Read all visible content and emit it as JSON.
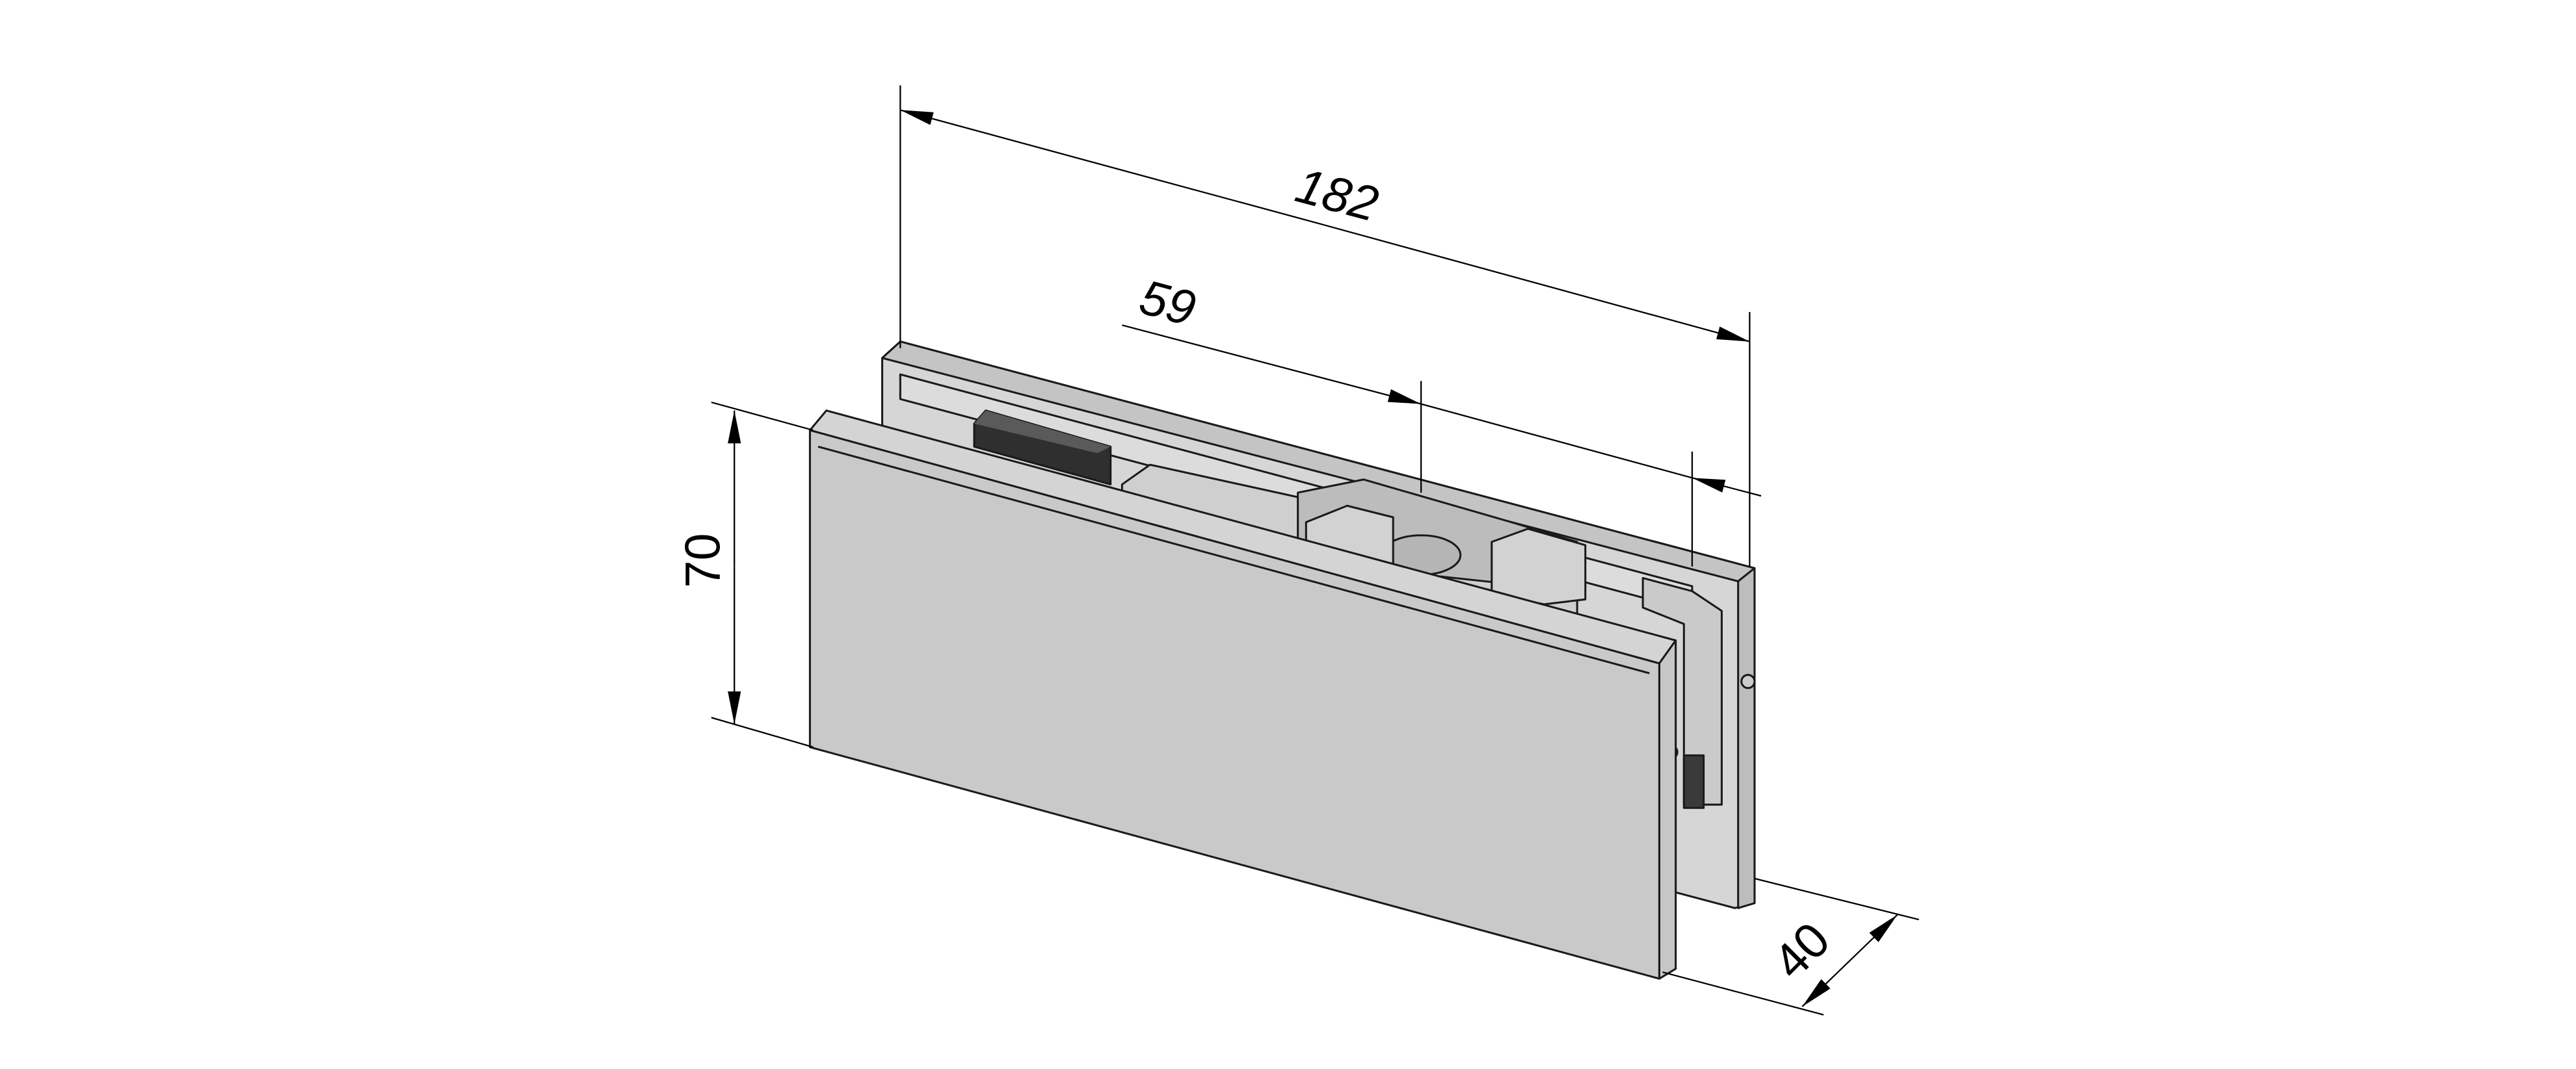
{
  "drawing": {
    "dimensions": {
      "length_overall": "182",
      "offset_to_axis": "59",
      "height": "70",
      "depth": "40"
    },
    "colors": {
      "body": "#c8c8c8",
      "body_light": "#d8d8d8",
      "gasket": "#3a3a3a",
      "line": "#000000"
    }
  }
}
